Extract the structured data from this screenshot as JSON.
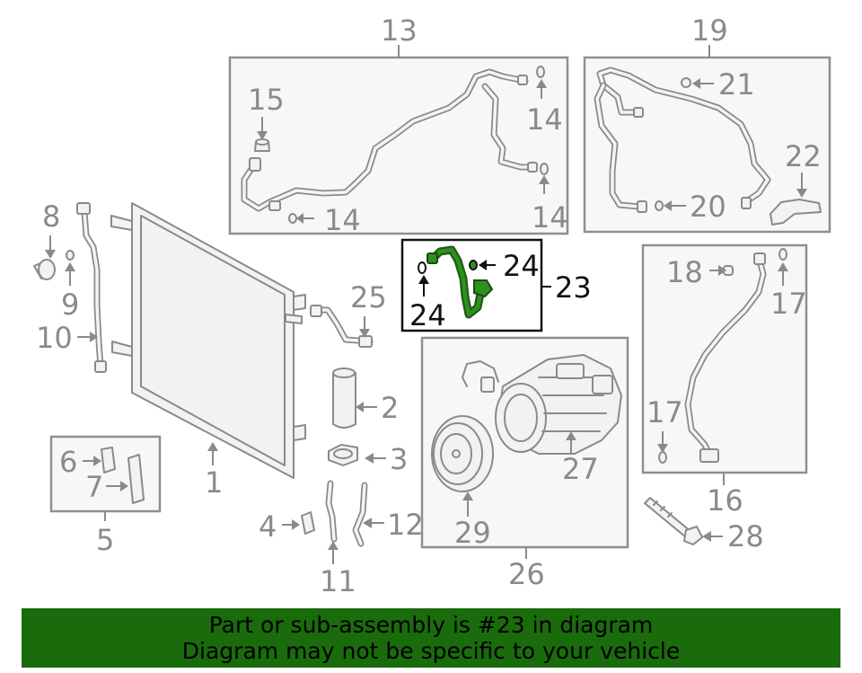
{
  "labels": {
    "c1": "1",
    "c2": "2",
    "c3": "3",
    "c4": "4",
    "c5": "5",
    "c6": "6",
    "c7": "7",
    "c8": "8",
    "c9": "9",
    "c10": "10",
    "c11": "11",
    "c12": "12",
    "c13": "13",
    "c14a": "14",
    "c14b": "14",
    "c14c": "14",
    "c15": "15",
    "c16": "16",
    "c17a": "17",
    "c17b": "17",
    "c18": "18",
    "c19": "19",
    "c20": "20",
    "c21": "21",
    "c22": "22",
    "c23": "23",
    "c24a": "24",
    "c24b": "24",
    "c25": "25",
    "c26": "26",
    "c27": "27",
    "c28": "28",
    "c29": "29"
  },
  "banner": {
    "line1": "Part or sub-assembly is #23 in diagram",
    "line2": "Diagram may not be specific to your vehicle",
    "background": "#1a6b0c"
  },
  "colors": {
    "highlight_part": "#2f8f1f",
    "drawing_gray": "#8a8a8a"
  }
}
